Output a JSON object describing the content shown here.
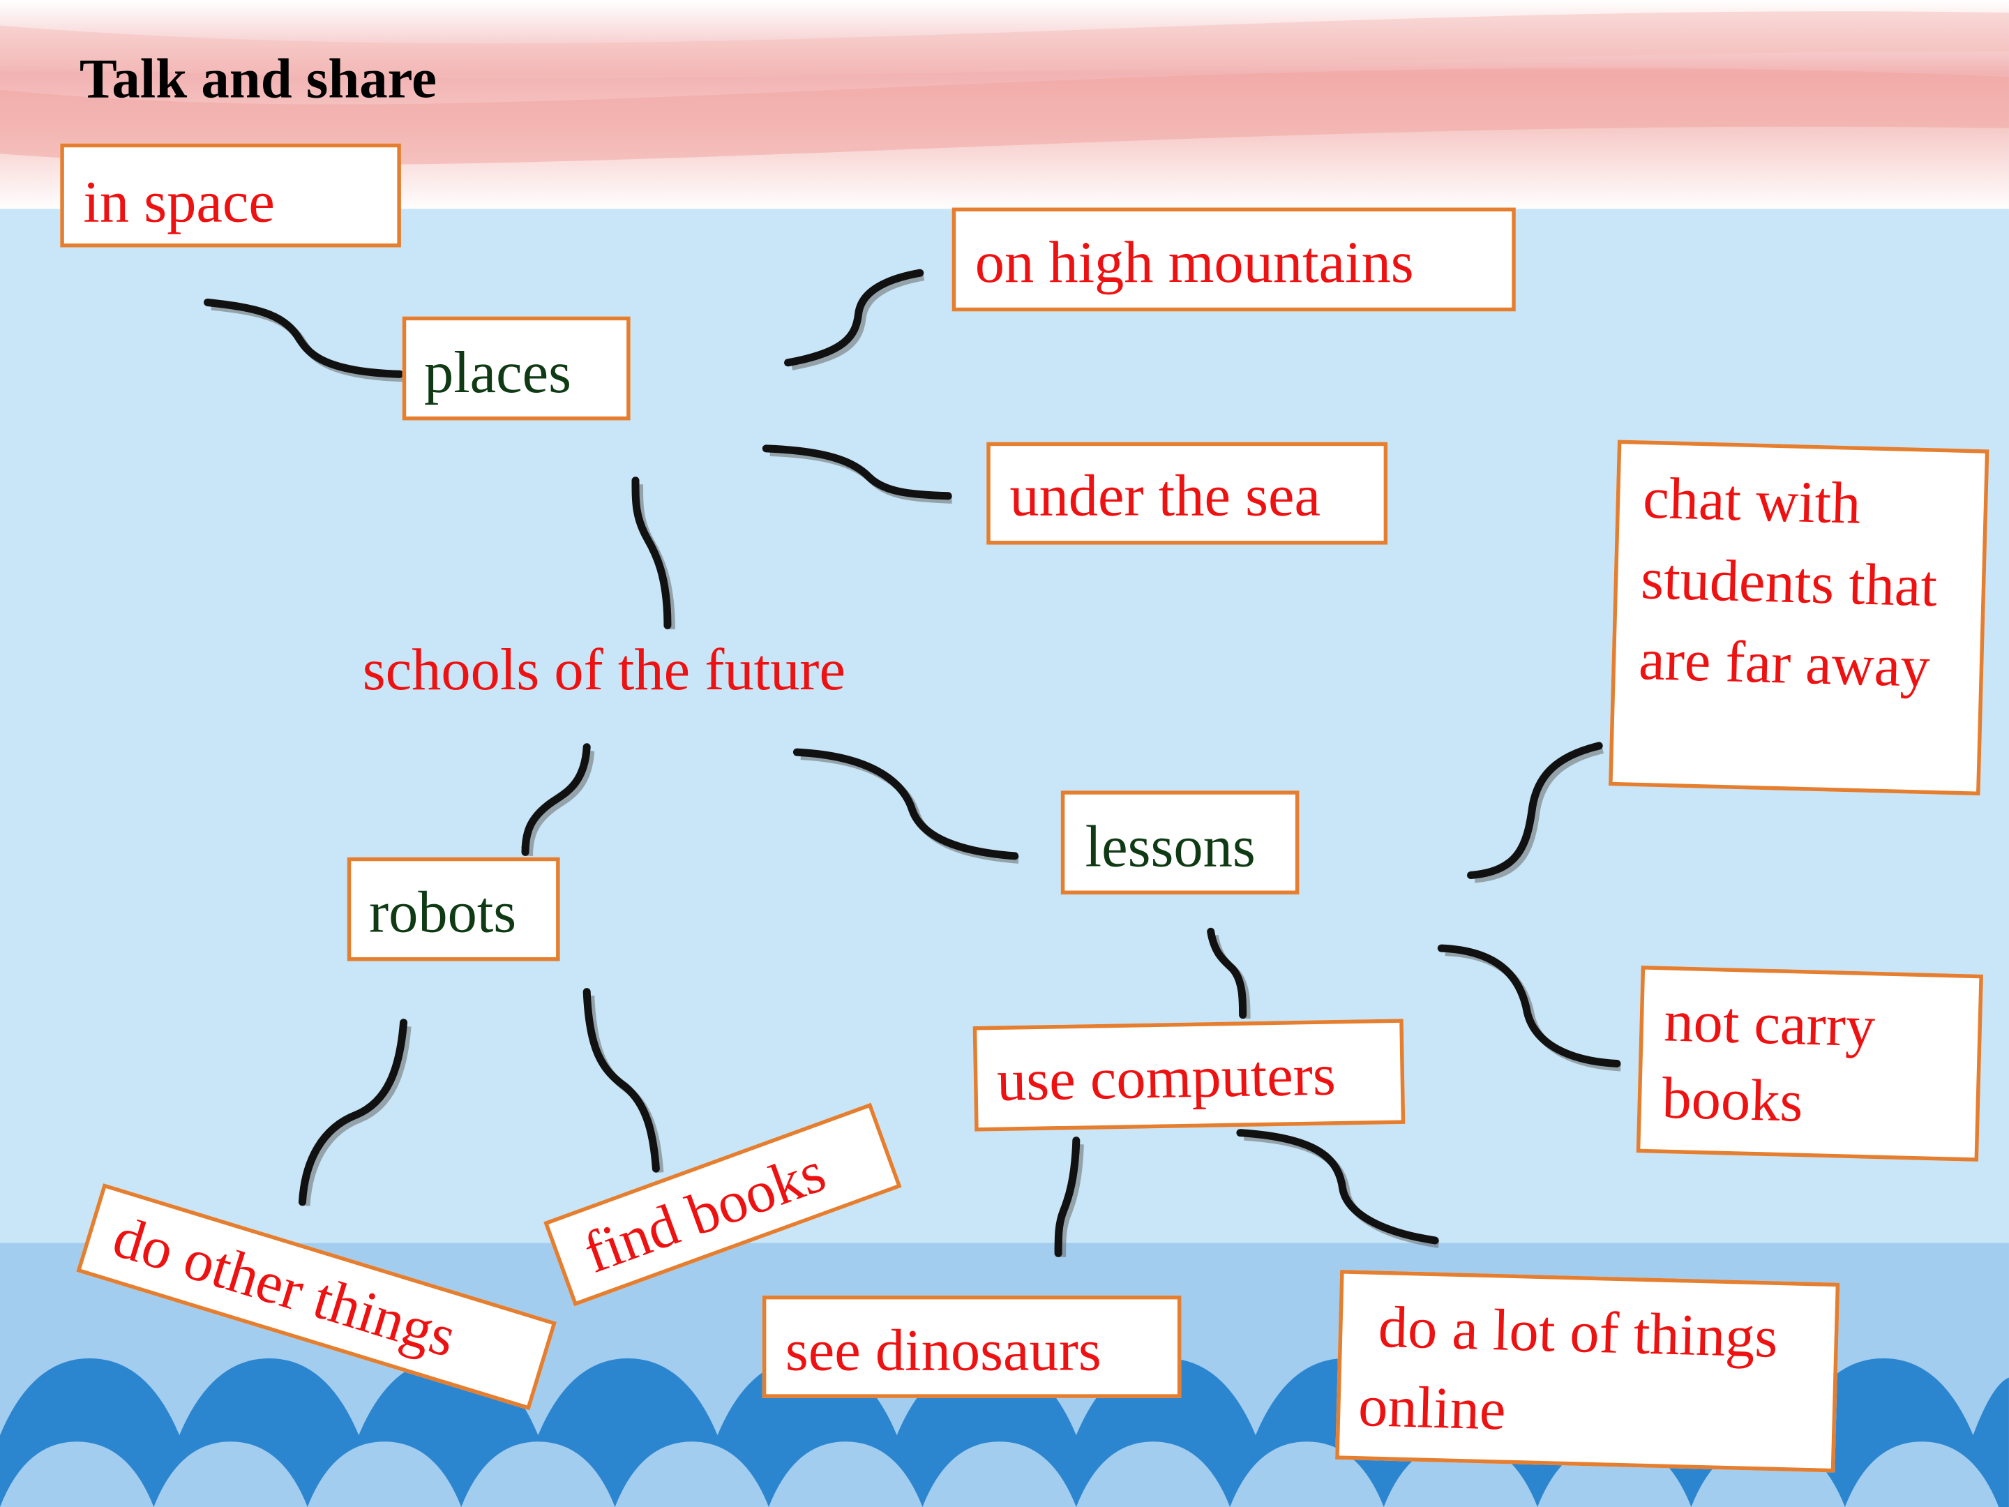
{
  "title": "Talk and share",
  "center": "schools of the future",
  "branches": {
    "places": {
      "label": "places",
      "items": [
        "in space",
        "on high mountains",
        "under the sea"
      ]
    },
    "robots": {
      "label": "robots",
      "items": [
        "do other things",
        "find books"
      ]
    },
    "lessons": {
      "label": "lessons",
      "items": [
        "chat with students that are far away",
        "not carry books",
        "use computers"
      ]
    },
    "use_computers": {
      "label": "use computers",
      "items": [
        "see dinosaurs",
        "do a lot of things online"
      ]
    }
  },
  "colors": {
    "sky": "#c8e6f8",
    "sea": "#a3cdef",
    "waves": "#2c86cf",
    "border": "#e57e2e",
    "red_text": "#ee1111",
    "green_text": "#0f3a14"
  }
}
